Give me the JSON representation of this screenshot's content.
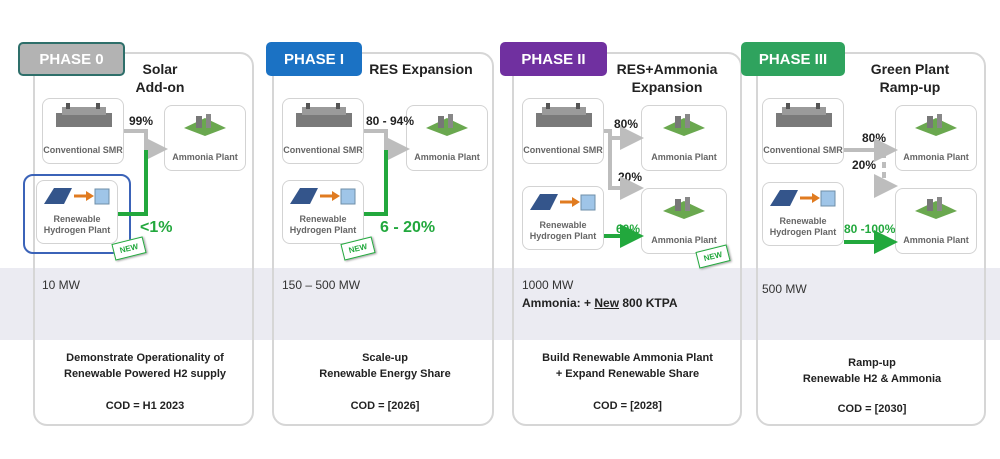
{
  "colors": {
    "phase0": "#b3b3b3",
    "phase1": "#1b72c4",
    "phase2": "#7030a0",
    "phase3": "#2fa35e",
    "green_arrow": "#22a83d",
    "gray_arrow": "#bdbdbd"
  },
  "phases": [
    {
      "tag": "PHASE 0",
      "title_line1": "Solar",
      "title_line2": "Add-on",
      "smr": "Conventional SMR",
      "ammonia": "Ammonia Plant",
      "hydrogen": "Renewable Hydrogen Plant",
      "pct_gray": "99%",
      "pct_green": "<1%",
      "new_badge": "NEW",
      "capacity": "10 MW",
      "desc_line1": "Demonstrate Operationality of",
      "desc_line2": "Renewable Powered H2 supply",
      "cod": "COD = H1 2023"
    },
    {
      "tag": "PHASE I",
      "title_line1": "RES Expansion",
      "title_line2": "",
      "smr": "Conventional SMR",
      "ammonia": "Ammonia Plant",
      "hydrogen": "Renewable Hydrogen Plant",
      "pct_gray": "80 - 94%",
      "pct_green": "6 - 20%",
      "new_badge": "NEW",
      "capacity": "150 – 500 MW",
      "desc_line1": "Scale-up",
      "desc_line2": "Renewable Energy Share",
      "cod": "COD = [2026]"
    },
    {
      "tag": "PHASE II",
      "title_line1": "RES+Ammonia",
      "title_line2": "Expansion",
      "smr": "Conventional SMR",
      "ammonia": "Ammonia Plant",
      "ammonia2": "Ammonia Plant",
      "hydrogen": "Renewable Hydrogen Plant",
      "pct_gray": "80%",
      "pct_gray2": "20%",
      "pct_green": "60%",
      "new_badge": "NEW",
      "capacity": "1000 MW",
      "extra_prefix": "Ammonia: + ",
      "extra_new": "New",
      "extra_suffix": " 800 KTPA",
      "desc_line1": "Build Renewable Ammonia Plant",
      "desc_line2": "+ Expand Renewable Share",
      "cod": "COD = [2028]"
    },
    {
      "tag": "PHASE III",
      "title_line1": "Green Plant",
      "title_line2": "Ramp-up",
      "smr": "Conventional SMR",
      "ammonia": "Ammonia Plant",
      "ammonia2": "Ammonia Plant",
      "hydrogen": "Renewable Hydrogen Plant",
      "pct_gray": "80%",
      "pct_gray2": "20%",
      "pct_green": "80 -100%",
      "capacity": "500 MW",
      "desc_line1": "Ramp-up",
      "desc_line2": "Renewable H2 & Ammonia",
      "cod": "COD = [2030]"
    }
  ]
}
